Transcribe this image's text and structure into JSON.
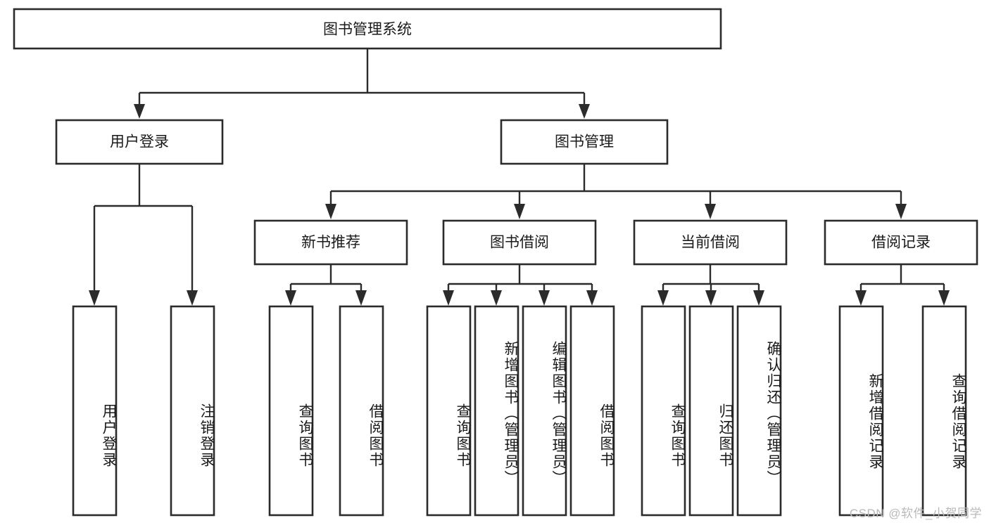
{
  "diagram": {
    "title": "图书管理系统",
    "type": "tree-hierarchy-chart",
    "watermark": "CSDN @软件_小贺同学",
    "colors": {
      "box_stroke": "#2b2b2b",
      "box_fill": "#ffffff",
      "connector": "#2b2b2b",
      "text": "#1a1a1a",
      "watermark": "#b9b9b9",
      "background": "#ffffff"
    },
    "levels": {
      "root": {
        "label": "图书管理系统"
      },
      "level2": [
        {
          "label": "用户登录"
        },
        {
          "label": "图书管理"
        }
      ],
      "level3": [
        {
          "label": "新书推荐"
        },
        {
          "label": "图书借阅"
        },
        {
          "label": "当前借阅"
        },
        {
          "label": "借阅记录"
        }
      ],
      "leaves": {
        "user_login": [
          {
            "label": "用户登录"
          },
          {
            "label": "注销登录"
          }
        ],
        "new_book_recommend": [
          {
            "label": "查询图书"
          },
          {
            "label": "借阅图书"
          }
        ],
        "book_borrow": [
          {
            "label": "查询图书"
          },
          {
            "label": "新增图书（管理员）"
          },
          {
            "label": "编辑图书（管理员）"
          },
          {
            "label": "借阅图书"
          }
        ],
        "current_borrow": [
          {
            "label": "查询图书"
          },
          {
            "label": "归还图书"
          },
          {
            "label": "确认归还（管理员）"
          }
        ],
        "borrow_record": [
          {
            "label": "新增借阅记录"
          },
          {
            "label": "查询借阅记录"
          }
        ]
      }
    }
  }
}
